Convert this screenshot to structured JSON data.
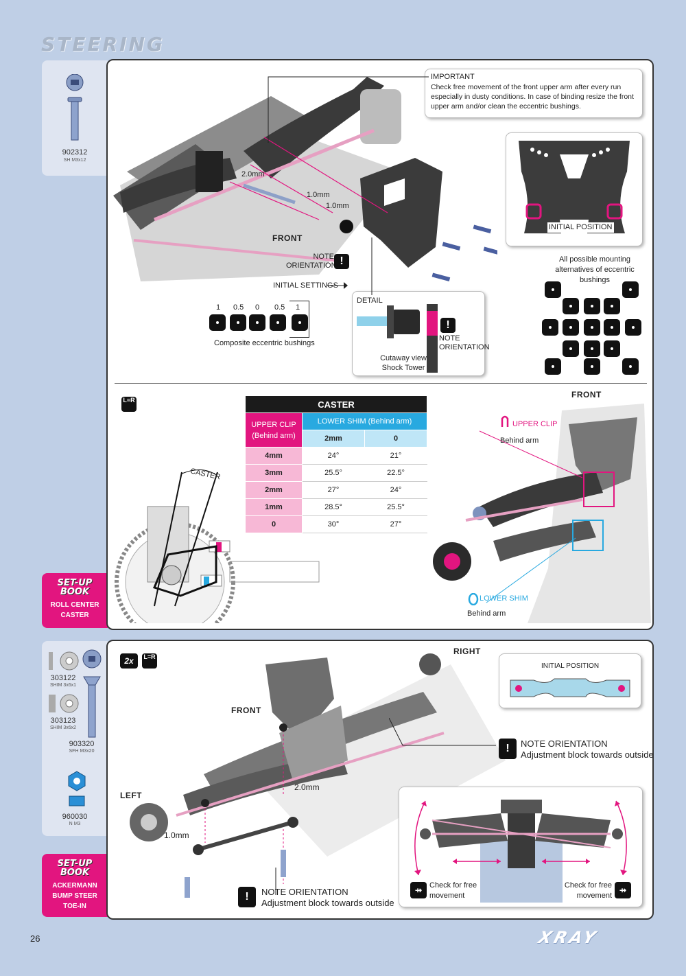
{
  "page": {
    "title": "STEERING",
    "number": "26",
    "brand": "XRAY"
  },
  "parts_top": [
    {
      "code": "902312",
      "spec": "SH M3x12"
    }
  ],
  "parts_bottom": [
    {
      "code": "303122",
      "spec": "SHIM 3x6x1"
    },
    {
      "code": "303123",
      "spec": "SHIM 3x6x2"
    },
    {
      "code": "903320",
      "spec": "SFH M3x20"
    },
    {
      "code": "960030",
      "spec": "N M3"
    }
  ],
  "setup_top": {
    "title": "SET-UP BOOK",
    "items": [
      "ROLL CENTER",
      "CASTER"
    ]
  },
  "setup_bottom": {
    "title": "SET-UP BOOK",
    "items": [
      "ACKERMANN",
      "BUMP STEER",
      "TOE-IN"
    ]
  },
  "panel1": {
    "important": {
      "title": "IMPORTANT",
      "text": "Check free movement of the front upper arm after every run especially in dusty conditions. In case of binding resize the front upper arm and/or clean the eccentric bushings."
    },
    "initial_position": "INITIAL POSITION",
    "mounting_text": "All possible mounting alternatives of eccentric bushings",
    "dim_2mm": "2.0mm",
    "dim_1mm_a": "1.0mm",
    "dim_1mm_b": "1.0mm",
    "front": "FRONT",
    "note_orientation": "NOTE ORIENTATION",
    "initial_settings": "INITIAL SETTINGS",
    "bushing_values": [
      "1",
      "0.5",
      "0",
      "0.5",
      "1"
    ],
    "bushing_caption": "Composite eccentric bushings",
    "detail": {
      "title": "DETAIL",
      "note": "NOTE ORIENTATION",
      "caption_line1": "Cutaway view",
      "caption_line2": "Shock Tower"
    }
  },
  "caster_table": {
    "title": "CASTER",
    "upper_clip": "UPPER CLIP (Behind arm)",
    "lower_shim": "LOWER SHIM (Behind arm)",
    "col_headers": [
      "2mm",
      "0"
    ],
    "rows": [
      {
        "label": "4mm",
        "values": [
          "24°",
          "21°"
        ]
      },
      {
        "label": "3mm",
        "values": [
          "25.5°",
          "22.5°"
        ]
      },
      {
        "label": "2mm",
        "values": [
          "27°",
          "24°"
        ]
      },
      {
        "label": "1mm",
        "values": [
          "28.5°",
          "25.5°"
        ]
      },
      {
        "label": "0",
        "values": [
          "30°",
          "27°"
        ]
      }
    ]
  },
  "panel1b": {
    "lr_icon": "L=R",
    "caster_label": "CASTER",
    "front": "FRONT",
    "upper_clip": "UPPER CLIP",
    "upper_clip_sub": "Behind arm",
    "lower_shim": "LOWER SHIM",
    "lower_shim_sub": "Behind arm"
  },
  "panel2": {
    "qty": "2x",
    "lr_icon": "L=R",
    "right": "RIGHT",
    "front": "FRONT",
    "left": "LEFT",
    "initial_position": "INITIAL POSITION",
    "note1_title": "NOTE ORIENTATION",
    "note1_text": "Adjustment block towards outside",
    "note2_title": "NOTE ORIENTATION",
    "note2_text": "Adjustment block towards outside",
    "dim_2mm": "2.0mm",
    "dim_1mm": "1.0mm",
    "check_left": "Check for free movement",
    "check_right": "Check for free movement"
  },
  "colors": {
    "accent": "#e2157f",
    "cyan": "#28a9e0",
    "background": "#bfcfe6"
  }
}
